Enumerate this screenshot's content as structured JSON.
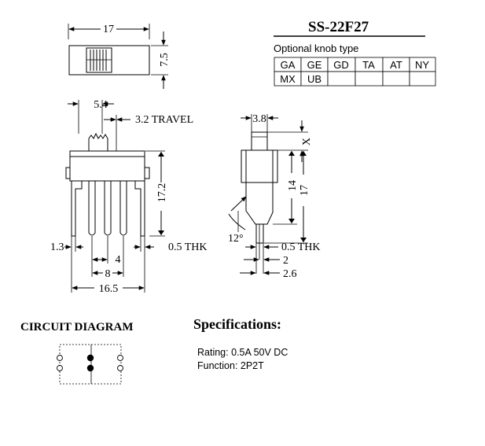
{
  "title": "SS-22F27",
  "knob": {
    "heading": "Optional knob type",
    "row1": [
      "GA",
      "GE",
      "GD",
      "TA",
      "AT",
      "NY"
    ],
    "row2": [
      "MX",
      "UB",
      "",
      "",
      "",
      ""
    ]
  },
  "top_view": {
    "width_label": "17",
    "height_label": "7.5"
  },
  "front_view": {
    "knob_width": "5.4",
    "travel": "3.2 TRAVEL",
    "height": "17.2",
    "pin_offset": "1.3",
    "thickness": "0.5 THK",
    "pitch": "4",
    "span": "8",
    "overall": "16.5"
  },
  "side_view": {
    "knob_width": "3.8",
    "x_label": "X",
    "body": "14",
    "total": "17",
    "angle": "12°",
    "thickness": "0.5 THK",
    "pin_2": "2",
    "pin_26": "2.6"
  },
  "circuit": {
    "heading": "CIRCUIT DIAGRAM"
  },
  "specs": {
    "heading": "Specifications:",
    "rating": "Rating: 0.5A 50V DC",
    "function": "Function: 2P2T"
  }
}
